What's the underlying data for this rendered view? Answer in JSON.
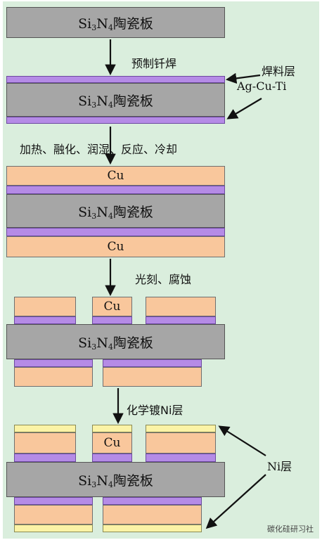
{
  "ceramic": {
    "pre": "Si",
    "sub1": "3",
    "mid": "N",
    "sub2": "4",
    "post": "陶瓷板"
  },
  "steps": {
    "step1": "预制钎焊",
    "step2": "加热、融化、润湿、反应、冷却",
    "step3": "光刻、腐蚀",
    "step4": "化学镀Ni层"
  },
  "labels": {
    "solder_layer": "焊料层",
    "solder_material": "Ag-Cu-Ti",
    "ni_layer": "Ni层",
    "cu": "Cu"
  },
  "watermark": "碳化硅研习社",
  "colors": {
    "background": "#daeedd",
    "ceramic": "#a6a6a6",
    "solder": "#b58be6",
    "copper": "#f9c79c",
    "nickel": "#fbf3a6"
  }
}
